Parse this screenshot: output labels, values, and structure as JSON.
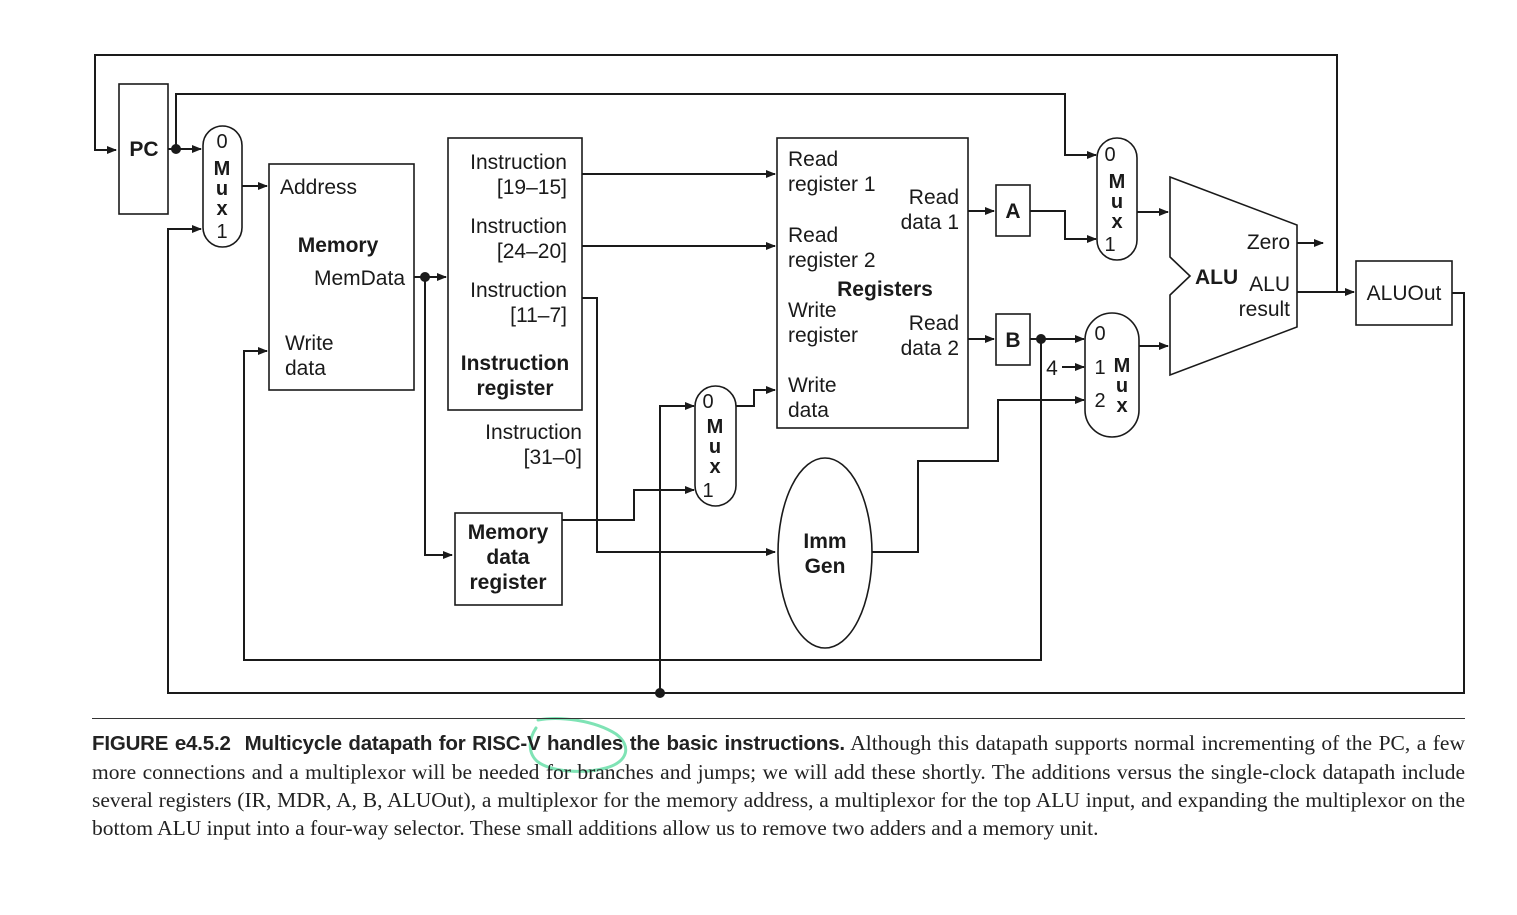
{
  "diagram": {
    "pc": "PC",
    "mux_addr": {
      "zero": "0",
      "m": "M",
      "u": "u",
      "x": "x",
      "one": "1"
    },
    "memory": {
      "address": "Address",
      "name": "Memory",
      "memdata": "MemData",
      "write1": "Write",
      "write2": "data"
    },
    "ir": {
      "f1a": "Instruction",
      "f1b": "[19–15]",
      "f2a": "Instruction",
      "f2b": "[24–20]",
      "f3a": "Instruction",
      "f3b": "[11–7]",
      "name1": "Instruction",
      "name2": "register",
      "all_a": "Instruction",
      "all_b": "[31–0]"
    },
    "mdr": {
      "l1": "Memory",
      "l2": "data",
      "l3": "register"
    },
    "mux_wr": {
      "zero": "0",
      "m": "M",
      "u": "u",
      "x": "x",
      "one": "1"
    },
    "registers": {
      "rr1a": "Read",
      "rr1b": "register 1",
      "rr2a": "Read",
      "rr2b": "register 2",
      "wra": "Write",
      "wrb": "register",
      "wda": "Write",
      "wdb": "data",
      "rd1a": "Read",
      "rd1b": "data 1",
      "rd2a": "Read",
      "rd2b": "data 2",
      "name": "Registers"
    },
    "a": "A",
    "b": "B",
    "imm": {
      "l1": "Imm",
      "l2": "Gen"
    },
    "mux_alu_a": {
      "zero": "0",
      "m": "M",
      "u": "u",
      "x": "x",
      "one": "1"
    },
    "mux_alu_b": {
      "zero": "0",
      "one": "1",
      "two": "2",
      "m": "M",
      "u": "u",
      "x": "x",
      "four": "4"
    },
    "alu": {
      "name": "ALU",
      "zero": "Zero",
      "res1": "ALU",
      "res2": "result"
    },
    "aluout": "ALUOut"
  },
  "caption": {
    "fig": "FIGURE e4.5.2",
    "title": "Multicycle datapath for RISC-V handles the basic instructions.",
    "body": " Although this datapath supports normal incrementing of the PC, a few more connections and a multiplexor will be needed for branches and jumps; we will add these shortly. The additions versus the single-clock datapath include several registers (IR, MDR, A, B, ALUOut), a multiplexor for the memory address, a multiplexor for the top ALU input, and expanding the multiplexor on the bottom ALU input into a four-way selector. These small additions allow us to remove two adders and a memory unit."
  },
  "colors": {
    "ink": "#1a1a1a",
    "highlight": "#7fe3b5"
  }
}
